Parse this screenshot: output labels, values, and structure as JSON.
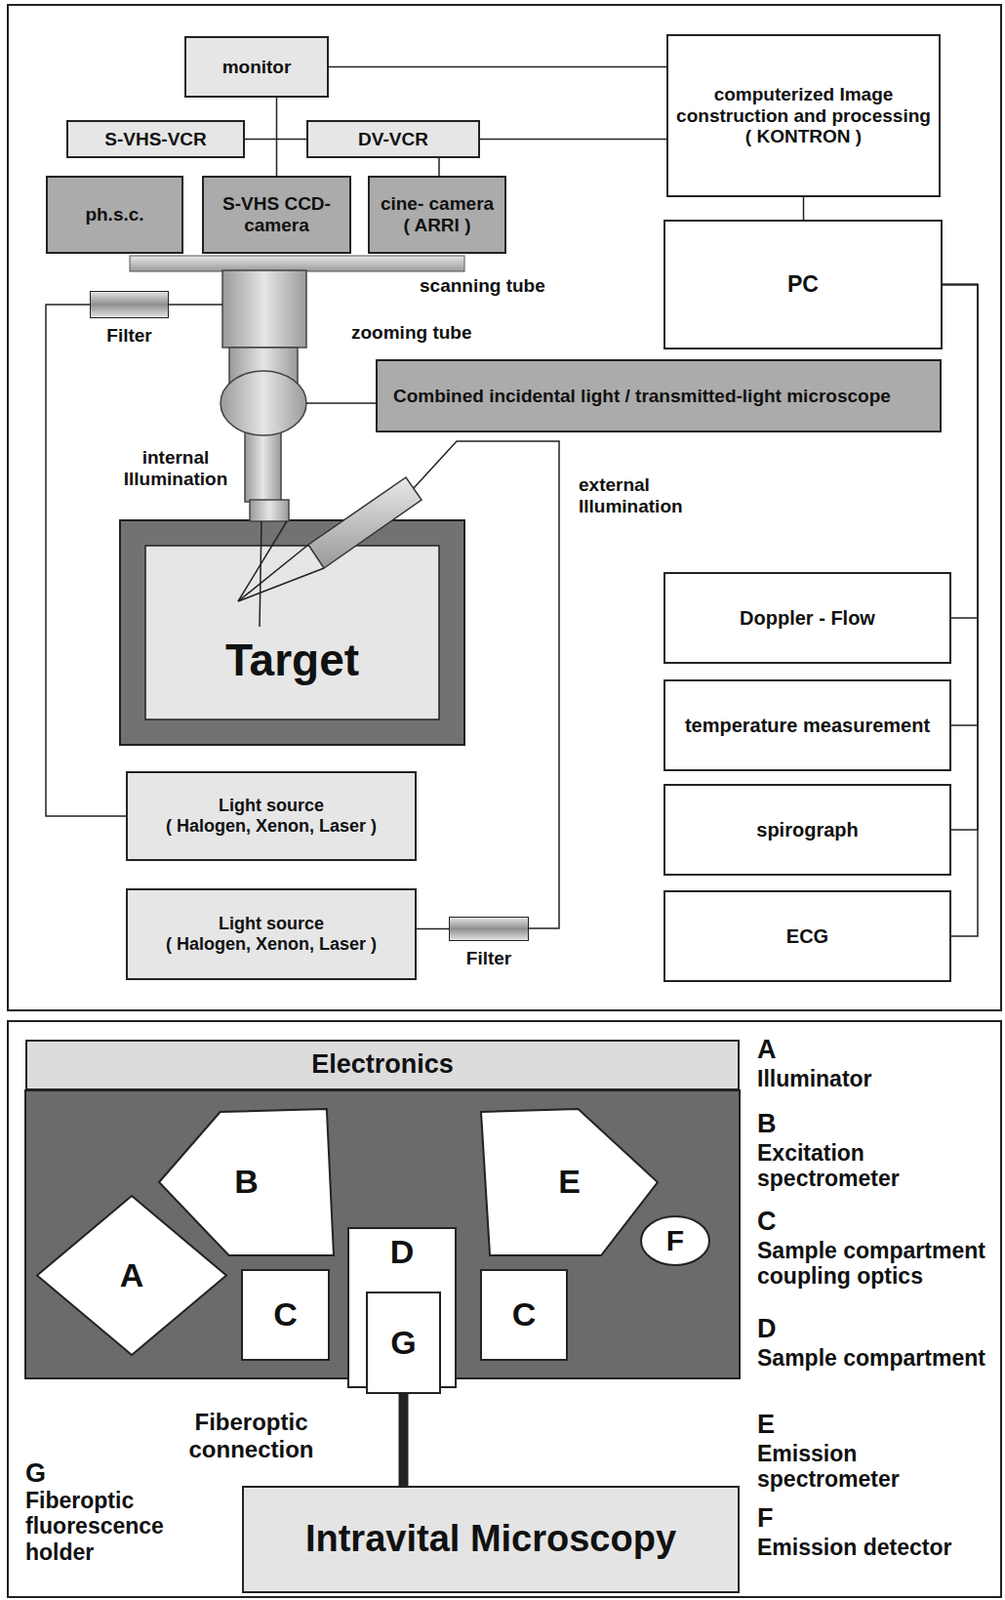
{
  "diagram": {
    "nodes": [
      {
        "text": [
          "monitor"
        ]
      },
      {
        "text": [
          "computerized Image construction and processing",
          "( KONTRON )"
        ]
      },
      {
        "text": [
          "S-VHS-VCR"
        ]
      },
      {
        "text": [
          "DV-VCR"
        ]
      },
      {
        "text": [
          "ph.s.c."
        ]
      },
      {
        "text": [
          "S-VHS CCD- camera"
        ]
      },
      {
        "text": [
          "cine- camera ( ARRI )"
        ]
      },
      {
        "text": [
          "PC"
        ]
      },
      {
        "text": [
          "Filter"
        ]
      },
      {
        "text": [
          "Combined incidental light / transmitted-light microscope"
        ]
      },
      {
        "text": [
          "Target"
        ]
      },
      {
        "text": [
          "Light source",
          "( Halogen, Xenon, Laser )"
        ]
      },
      {
        "text": [
          "Light source",
          "( Halogen, Xenon, Laser )"
        ]
      },
      {
        "text": [
          "Filter"
        ]
      },
      {
        "text": [
          "Doppler - Flow"
        ]
      },
      {
        "text": [
          "temperature measurement"
        ]
      },
      {
        "text": [
          "spirograph"
        ]
      },
      {
        "text": [
          "ECG"
        ]
      },
      {
        "text": [
          "Electronics"
        ]
      },
      {
        "text": [
          "A"
        ]
      },
      {
        "text": [
          "B"
        ]
      },
      {
        "text": [
          "C"
        ]
      },
      {
        "text": [
          "D"
        ]
      },
      {
        "text": [
          "G"
        ],
        "in": 22
      },
      {
        "text": [
          "E"
        ]
      },
      {
        "text": [
          "F"
        ]
      },
      {
        "text": [
          "C"
        ]
      },
      {
        "text": [
          "Intravital Microscopy"
        ]
      }
    ],
    "edges": [
      {
        "from": 0,
        "to": 1,
        "arrow": "none"
      },
      {
        "from": 0,
        "to": 5,
        "arrow": "none"
      },
      {
        "from": 2,
        "to": 3,
        "arrow": "none"
      },
      {
        "from": 3,
        "to": 1,
        "arrow": "none"
      },
      {
        "from": 6,
        "to": 3,
        "arrow": "none"
      },
      {
        "from": 1,
        "to": 7,
        "arrow": "none"
      },
      {
        "from": 7,
        "to": 14,
        "arrow": "none"
      },
      {
        "from": 7,
        "to": 15,
        "arrow": "none"
      },
      {
        "from": 7,
        "to": 16,
        "arrow": "none"
      },
      {
        "from": 7,
        "to": 17,
        "arrow": "none"
      },
      {
        "from": 11,
        "to": 8,
        "arrow": "none"
      },
      {
        "from": 12,
        "to": 13,
        "arrow": "none"
      },
      {
        "from": 23,
        "to": 27,
        "arrow": "none"
      }
    ],
    "labels": [
      "scanning tube",
      "zooming tube",
      "internal Illumination",
      "external Illumination",
      "Fiberoptic connection",
      "G",
      "Fiberoptic fluorescence holder",
      "A",
      "Illuminator",
      "B",
      "Excitation spectrometer",
      "C",
      "Sample compartment coupling optics",
      "D",
      "Sample compartment",
      "E",
      "Emission spectrometer",
      "F",
      "Emission detector"
    ]
  }
}
